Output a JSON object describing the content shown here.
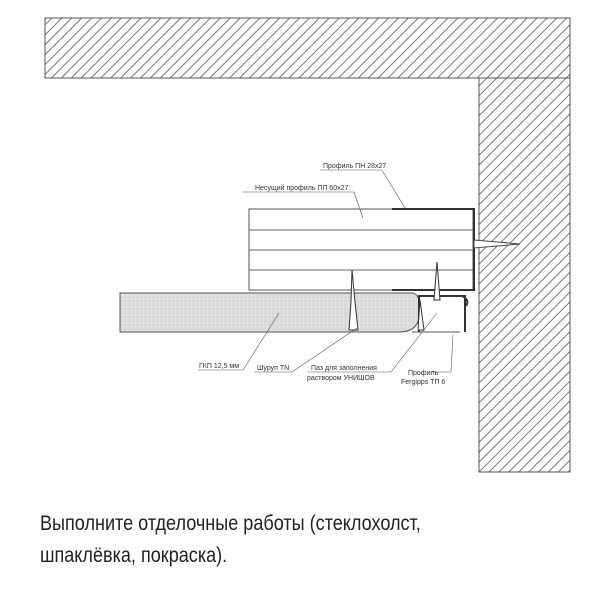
{
  "drawing": {
    "labels": {
      "profile_pn": "Профиль ПН 28x27",
      "profile_pp": "Несущий профиль ПП 60x27",
      "gkp": "ГКП 12,5 мм",
      "screw": "Шуруп TN",
      "groove_line1": "Паз для заполнения",
      "groove_line2": "раствором УНИШОВ",
      "fergipps_line1": "Профиль",
      "fergipps_line2": "Fergipps ТП 6"
    }
  },
  "caption": "Выполните отделочные работы (стеклохолст, шпаклёвка, покраска)."
}
